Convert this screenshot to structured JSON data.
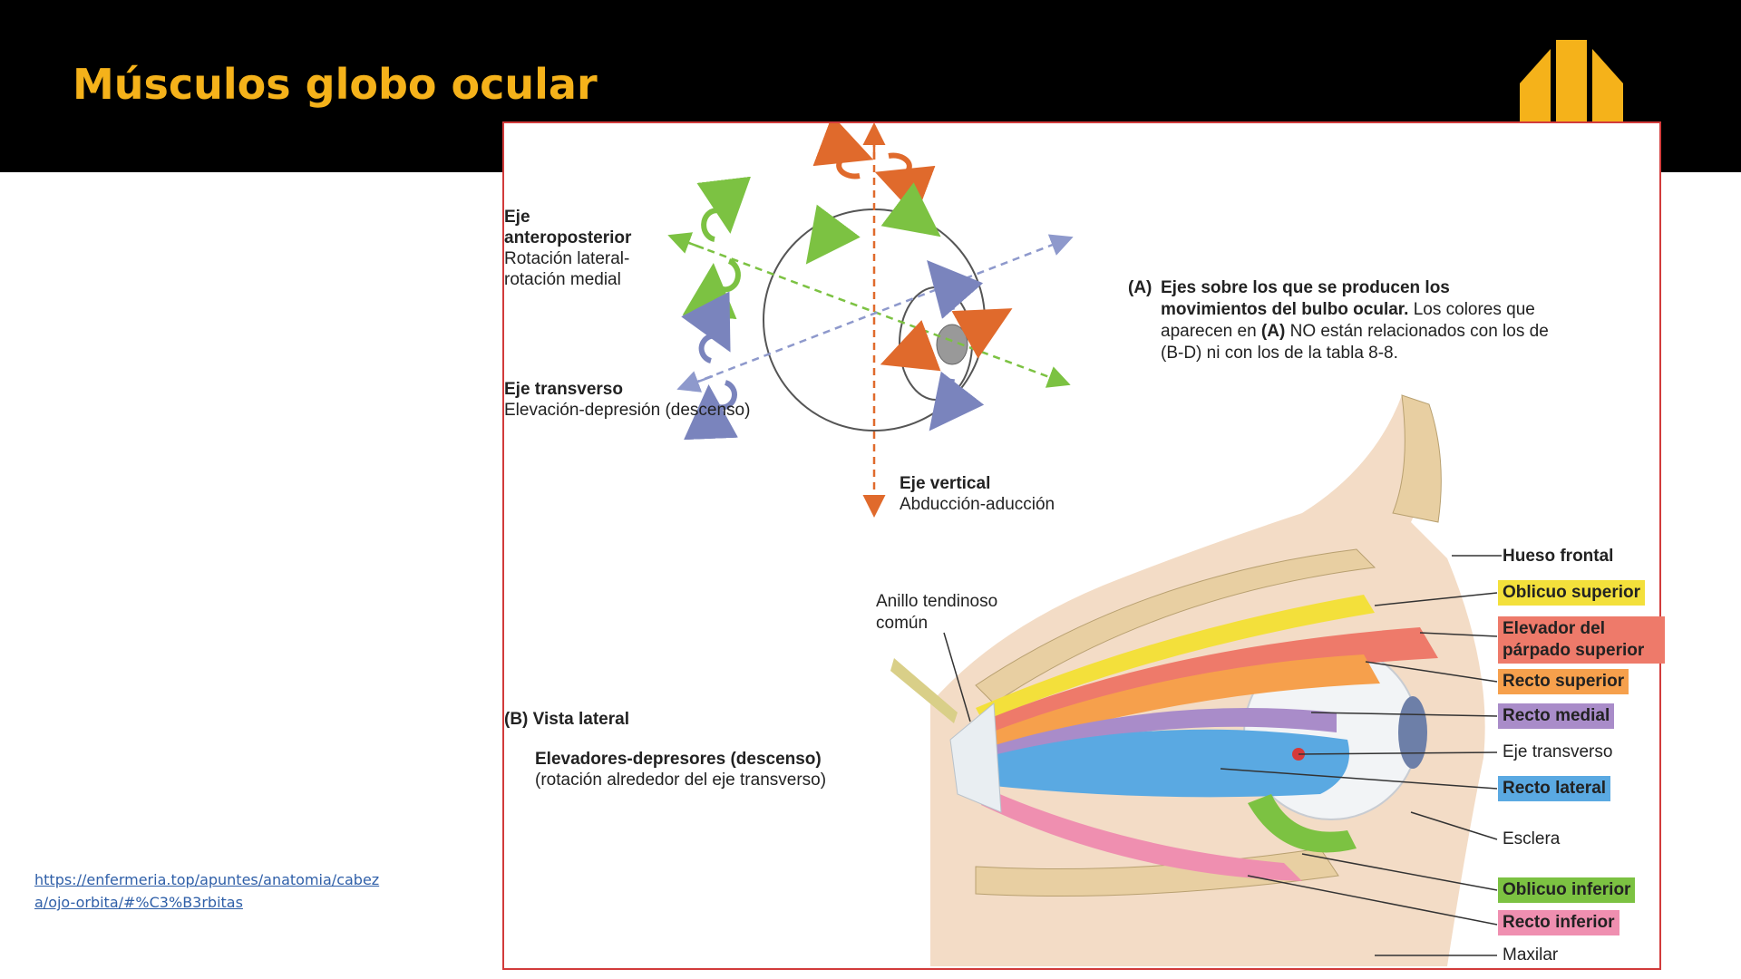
{
  "slide": {
    "title": "Músculos globo ocular",
    "source_link": "https://enfermeria.top/apuntes/anatomia/cabeza/ojo-orbita/#%C3%B3rbitas"
  },
  "colors": {
    "title": "#f5b21a",
    "header_band": "#000000",
    "figure_border": "#d23b3b",
    "axis_vertical": "#e06a2c",
    "axis_anteroposterior": "#7cc242",
    "axis_transverse": "#8e99cc"
  },
  "panel_a": {
    "anteroposterior": {
      "title": "Eje anteroposterior",
      "title_line1": "Eje",
      "title_line2": "anteroposterior",
      "line1": "Rotación lateral-",
      "line2": "rotación medial"
    },
    "transverse": {
      "title": "Eje transverso",
      "desc": "Elevación-depresión (descenso)"
    },
    "vertical": {
      "title": "Eje vertical",
      "desc": "Abducción-aducción"
    },
    "caption": {
      "prefix": "(A)",
      "bold": "Ejes sobre los que se producen los movimientos del bulbo ocular.",
      "text_1": " Los colores que aparecen en ",
      "bold_2": "(A)",
      "text_2": " NO están relacionados con los de (B-D) ni con los de la tabla 8-8."
    }
  },
  "panel_b": {
    "title": "(B) Vista lateral",
    "subtitle": "Elevadores-depresores (descenso)",
    "subnote": "(rotación alrededor del eje transverso)",
    "ring_label_line1": "Anillo tendinoso",
    "ring_label_line2": "común",
    "labels": [
      {
        "text": "Hueso frontal",
        "fill": ""
      },
      {
        "text": "Oblicuo superior",
        "fill": "#f3e03b"
      },
      {
        "text": "Elevador del párpado superior",
        "fill": "#ee7a6a"
      },
      {
        "text": "Recto superior",
        "fill": "#f6a04c"
      },
      {
        "text": "Recto medial",
        "fill": "#a98cc9"
      },
      {
        "text": "Eje transverso",
        "fill": ""
      },
      {
        "text": "Recto lateral",
        "fill": "#5aa9e2"
      },
      {
        "text": "Esclera",
        "fill": ""
      },
      {
        "text": "Oblicuo inferior",
        "fill": "#7cc242"
      },
      {
        "text": "Recto inferior",
        "fill": "#ef8fb0"
      },
      {
        "text": "Maxilar",
        "fill": ""
      }
    ]
  }
}
